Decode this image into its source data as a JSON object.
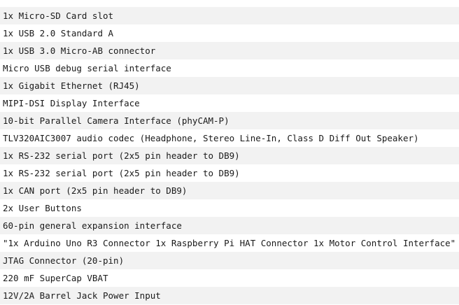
{
  "items": [
    "1x Micro-SD Card slot",
    "1x USB 2.0 Standard A",
    "1x USB 3.0 Micro-AB connector",
    "Micro USB debug serial interface",
    "1x Gigabit Ethernet (RJ45)",
    "MIPI-DSI Display Interface",
    "10-bit Parallel Camera Interface (phyCAM-P)",
    "TLV320AIC3007 audio codec (Headphone, Stereo Line-In, Class D Diff Out Speaker)",
    "1x RS-232 serial port (2x5 pin header to DB9)",
    "1x RS-232 serial port (2x5 pin header to DB9)",
    "1x CAN port (2x5 pin header to DB9)",
    "2x User Buttons",
    "60-pin general expansion interface",
    "\"1x Arduino Uno R3 Connector 1x Raspberry Pi HAT Connector 1x Motor Control Interface\"",
    "JTAG Connector (20-pin)",
    "220 mF SuperCap VBAT",
    "12V/2A Barrel Jack Power Input"
  ]
}
